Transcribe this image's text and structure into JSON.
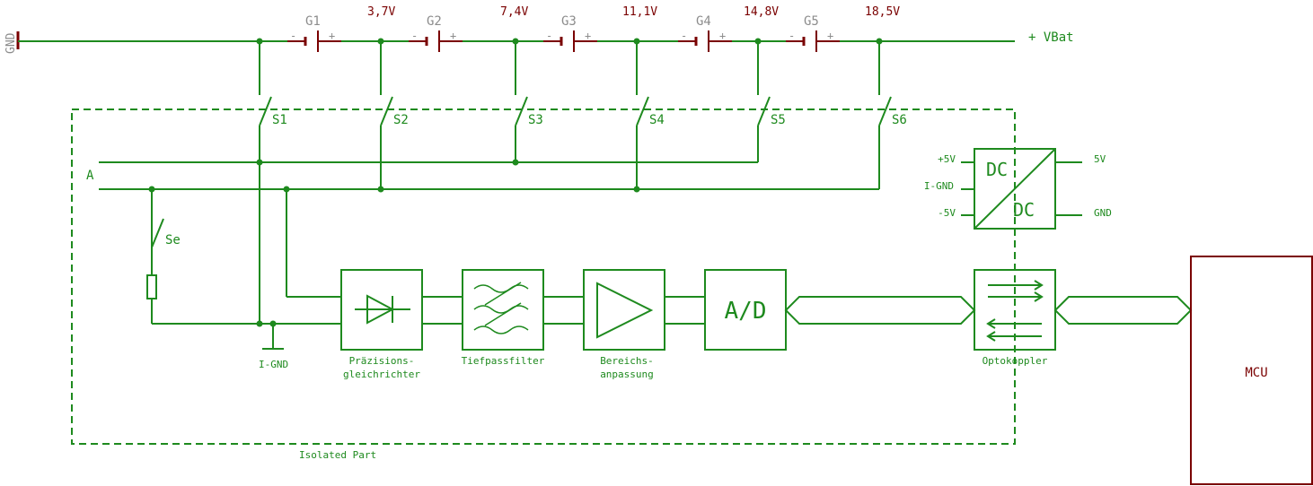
{
  "gnd_label": "GND",
  "vbat_label": "+ VBat",
  "cells": [
    {
      "name": "G1",
      "minus": "-",
      "plus": "+"
    },
    {
      "name": "G2",
      "minus": "-",
      "plus": "+"
    },
    {
      "name": "G3",
      "minus": "-",
      "plus": "+"
    },
    {
      "name": "G4",
      "minus": "-",
      "plus": "+"
    },
    {
      "name": "G5",
      "minus": "-",
      "plus": "+"
    }
  ],
  "voltages": [
    "3,7V",
    "7,4V",
    "11,1V",
    "14,8V",
    "18,5V"
  ],
  "switches": [
    "S1",
    "S2",
    "S3",
    "S4",
    "S5",
    "S6"
  ],
  "input_label": "A",
  "se_label": "Se",
  "igenerated_gnd_label": "I-GND",
  "blocks": {
    "rectifier": [
      "Präzisions-",
      "gleichrichter"
    ],
    "lowpass": [
      "Tiefpassfilter"
    ],
    "range": [
      "Bereichs-",
      "anpassung"
    ],
    "adc": "A/D",
    "optocoupler": "Optokoppler"
  },
  "dcdc": {
    "top": "DC",
    "bottom": "DC",
    "pins_left": [
      "+5V",
      "I-GND",
      "-5V"
    ],
    "pins_right": [
      "5V",
      "GND"
    ]
  },
  "isolated_label": "Isolated Part",
  "mcu_label": "MCU",
  "colors": {
    "wire": "#1e8a1e",
    "label_red": "#7a0000",
    "grey": "#8c8c8c"
  }
}
